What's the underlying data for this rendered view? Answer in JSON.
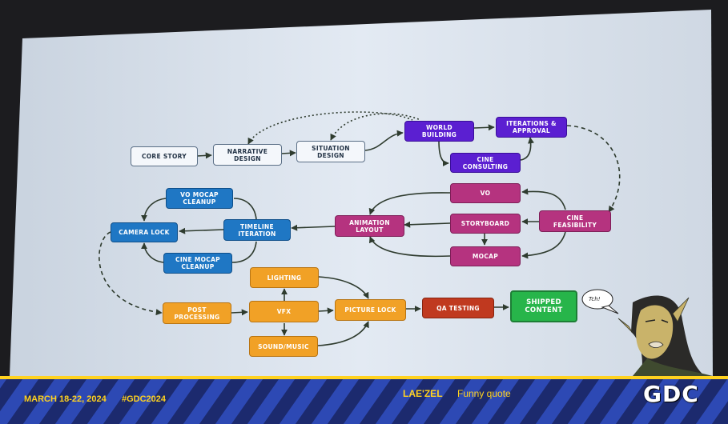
{
  "nodes": {
    "core_story": "CORE STORY",
    "narrative_design": "NARRATIVE\nDESIGN",
    "situation_design": "SITUATION\nDESIGN",
    "world_building": "WORLD\nBUILDING",
    "iterations_approval": "ITERATIONS &\nAPPROVAL",
    "cine_consulting": "CINE\nCONSULTING",
    "vo": "VO",
    "storyboard": "STORYBOARD",
    "mocap": "MOCAP",
    "cine_feasibility": "CINE\nFEASIBILITY",
    "animation_layout": "ANIMATION\nLAYOUT",
    "timeline_iteration": "TIMELINE\nITERATION",
    "vo_mocap_cleanup": "VO MOCAP\nCLEANUP",
    "cine_mocap_cleanup": "CINE MOCAP\nCLEANUP",
    "camera_lock": "CAMERA LOCK",
    "post_processing": "POST\nPROCESSING",
    "vfx": "VFX",
    "lighting": "LIGHTING",
    "sound_music": "SOUND/MUSIC",
    "picture_lock": "PICTURE LOCK",
    "qa_testing": "QA TESTING",
    "shipped_content": "SHIPPED\nCONTENT"
  },
  "character": {
    "speech_bubble": "Tch!",
    "icon": "laezel-portrait-illustration"
  },
  "footer": {
    "date": "MARCH 18-22, 2024",
    "hashtag": "#GDC2024",
    "speaker": "LAE'ZEL",
    "quote": "Funny quote",
    "logo": "GDC"
  },
  "colors": {
    "slide_bg": "#dfe7f1",
    "white_node": "#f4f7fb",
    "purple": "#5b1fd1",
    "blue": "#1f77c4",
    "magenta": "#b5337f",
    "orange": "#f1a126",
    "red": "#c0391f",
    "green": "#27b54a",
    "footer_yellow": "#ffd21f",
    "footer_navy": "#1c2a6e"
  }
}
